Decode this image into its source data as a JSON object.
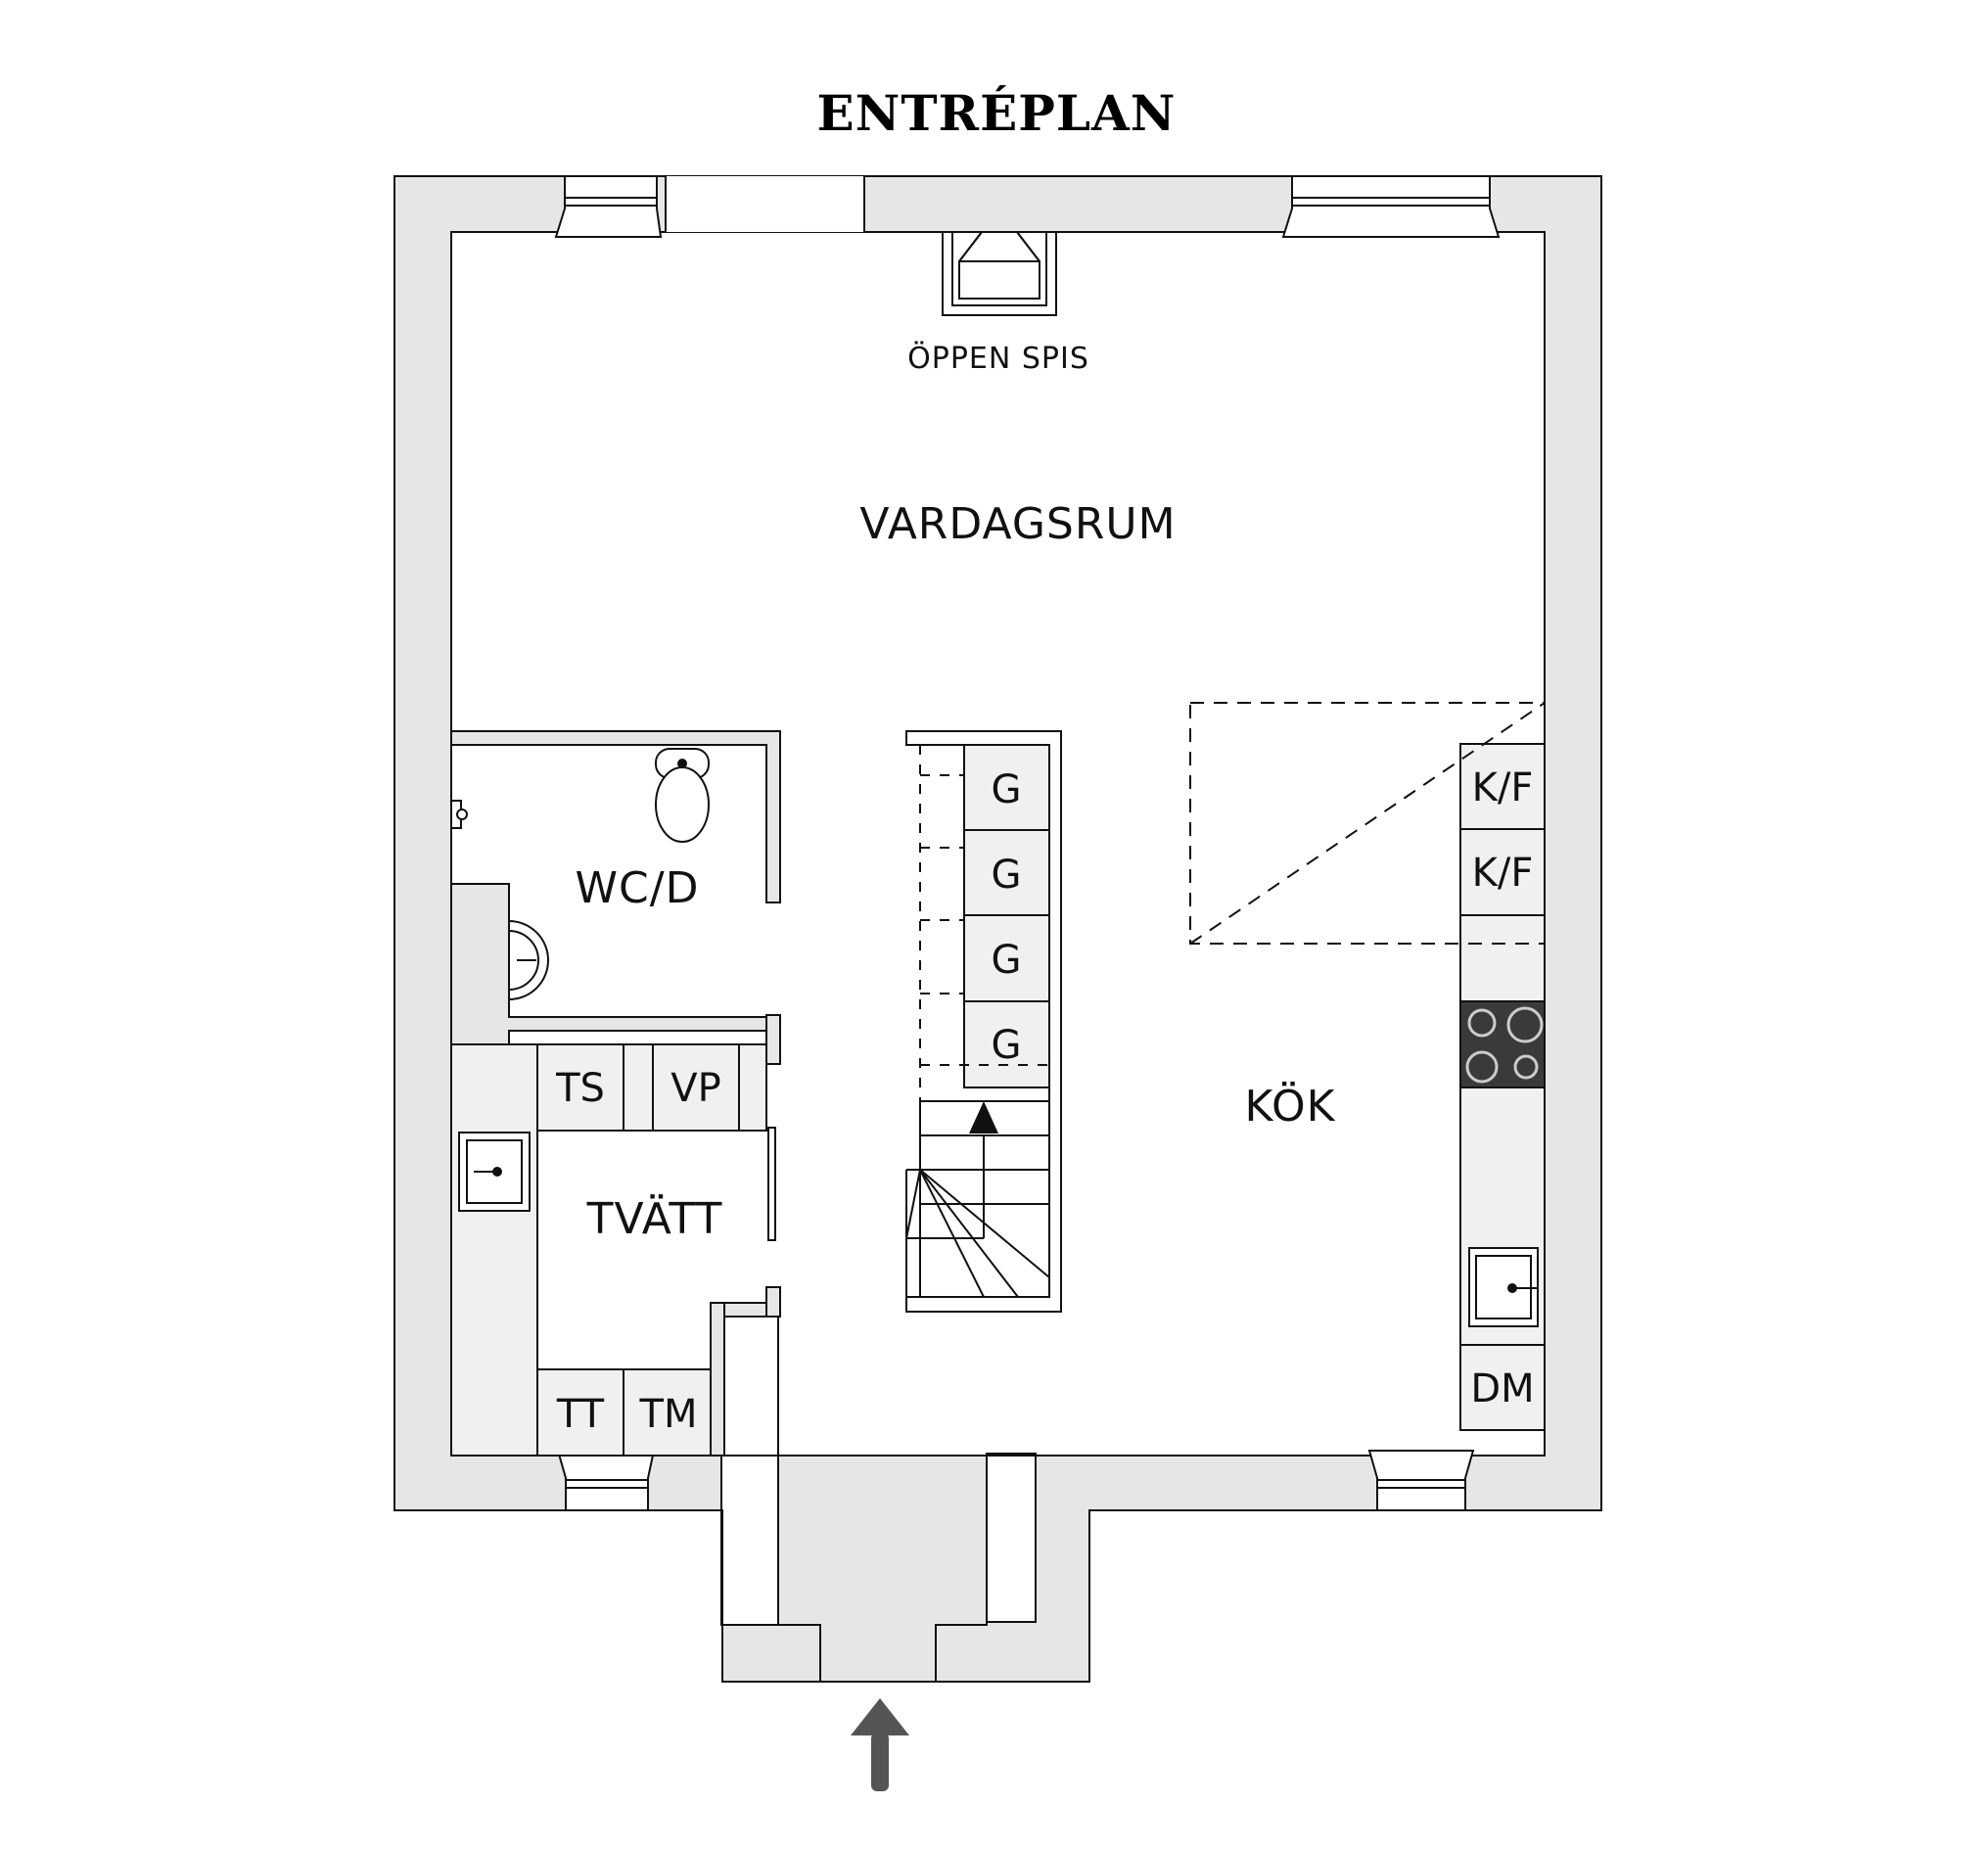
{
  "title": "ENTRÉPLAN",
  "rooms": {
    "vardagsrum": "VARDAGSRUM",
    "wc": "WC/D",
    "tvatt": "TVÄTT",
    "kok": "KÖK"
  },
  "fireplace_label": "ÖPPEN SPIS",
  "stair_storage": [
    "G",
    "G",
    "G",
    "G"
  ],
  "laundry_appliances": {
    "ts": "TS",
    "vp": "VP",
    "tt": "TT",
    "tm": "TM"
  },
  "kitchen_appliances": {
    "kf1": "K/F",
    "kf2": "K/F",
    "dm": "DM"
  },
  "colors": {
    "wall": "#e6e6e6",
    "line": "#111111",
    "cabinet": "#f0f0f0",
    "stove": "#3a3a3a",
    "arrow": "#555555"
  },
  "icons": [
    "toilet-icon",
    "sink-icon",
    "stove-icon",
    "fireplace-icon",
    "entrance-arrow-icon",
    "stair-arrow-icon"
  ]
}
